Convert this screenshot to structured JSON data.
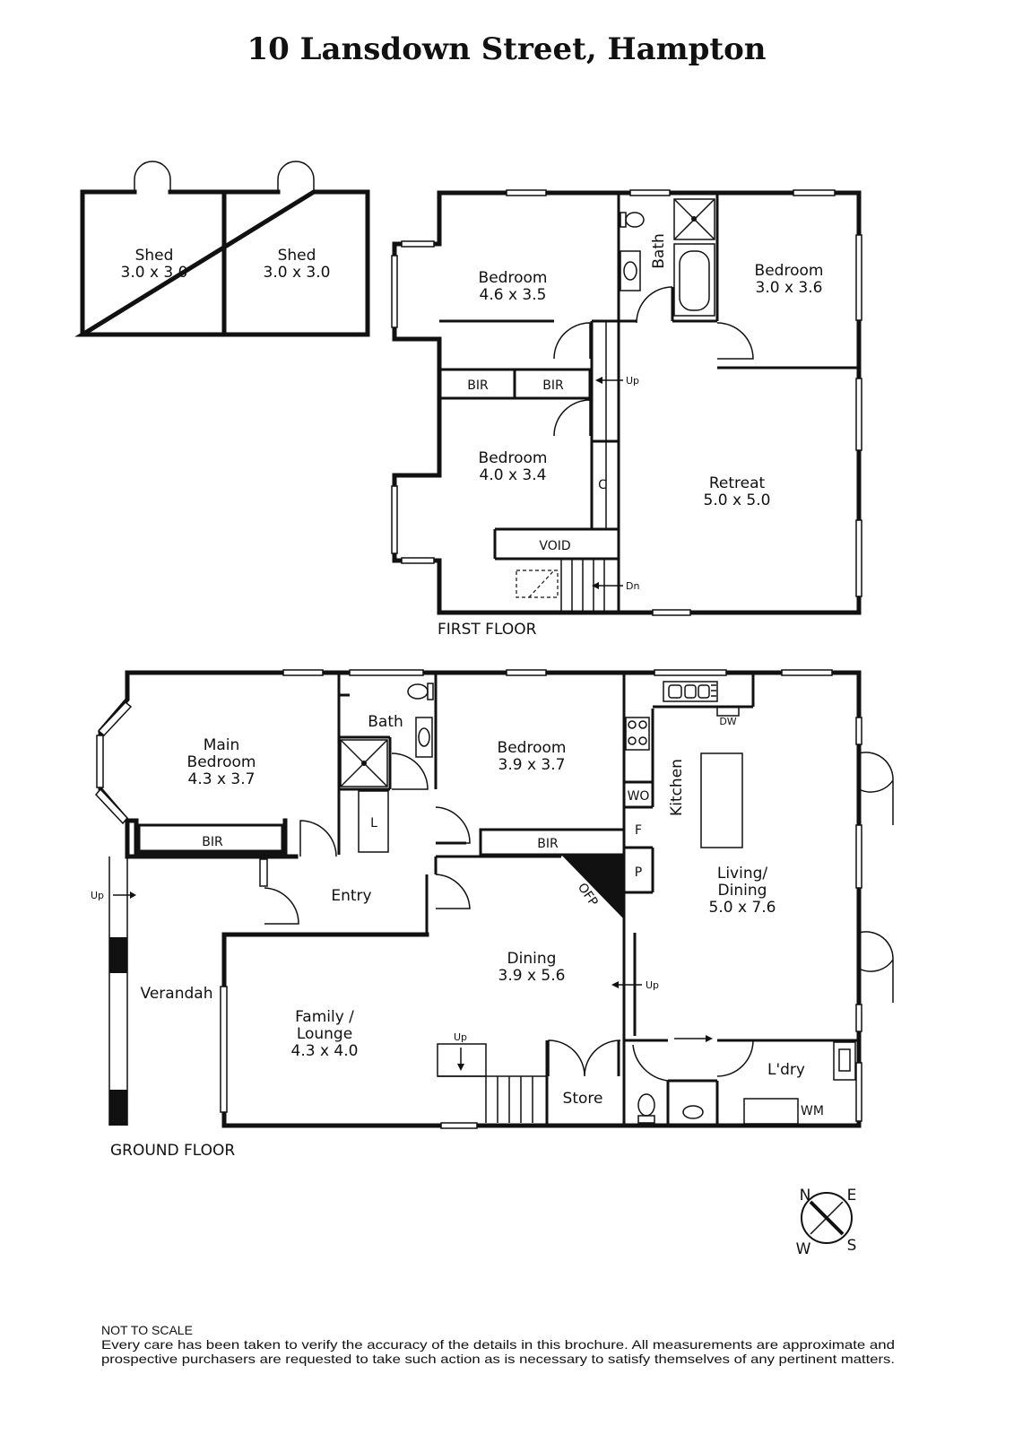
{
  "title": "10 Lansdown Street, Hampton",
  "sheds": [
    {
      "name": "Shed",
      "size": "3.0 x 3.0"
    },
    {
      "name": "Shed",
      "size": "3.0 x 3.0"
    }
  ],
  "first_floor": {
    "label": "FIRST FLOOR",
    "rooms": {
      "bedroom_a": {
        "name": "Bedroom",
        "size": "4.6 x 3.5"
      },
      "bedroom_b": {
        "name": "Bedroom",
        "size": "3.0 x 3.6"
      },
      "bedroom_c": {
        "name": "Bedroom",
        "size": "4.0 x 3.4"
      },
      "retreat": {
        "name": "Retreat",
        "size": "5.0 x 5.0"
      },
      "bath": "Bath",
      "bir1": "BIR",
      "bir2": "BIR",
      "cupboard": "C",
      "void": "VOID"
    },
    "stair_up": "Up",
    "stair_down": "Dn"
  },
  "ground_floor": {
    "label": "GROUND FLOOR",
    "rooms": {
      "main_bedroom": {
        "line1": "Main",
        "line2": "Bedroom",
        "size": "4.3 x 3.7"
      },
      "bath": "Bath",
      "bedroom": {
        "name": "Bedroom",
        "size": "3.9 x 3.7"
      },
      "kitchen": "Kitchen",
      "living": {
        "line1": "Living/",
        "line2": "Dining",
        "size": "5.0 x 7.6"
      },
      "entry": "Entry",
      "dining": {
        "name": "Dining",
        "size": "3.9 x 5.6"
      },
      "family": {
        "line1": "Family /",
        "line2": "Lounge",
        "size": "4.3 x 4.0"
      },
      "verandah": "Verandah",
      "store": "Store",
      "laundry": "L'dry",
      "bir_main": "BIR",
      "bir_bed": "BIR",
      "linen": "L",
      "wo": "WO",
      "fridge": "F",
      "pantry": "P",
      "ofp": "OFP",
      "dw": "DW",
      "wm": "WM"
    },
    "up_labels": [
      "Up",
      "Up",
      "Up"
    ]
  },
  "compass": {
    "n": "N",
    "e": "E",
    "s": "S",
    "w": "W"
  },
  "disclaimer": {
    "heading": "NOT TO SCALE",
    "line1": "Every care has been taken to verify the accuracy of the details in this brochure. All measurements are approximate and",
    "line2": "prospective purchasers are requested to take such action as is necessary to satisfy themselves of any pertinent matters."
  }
}
